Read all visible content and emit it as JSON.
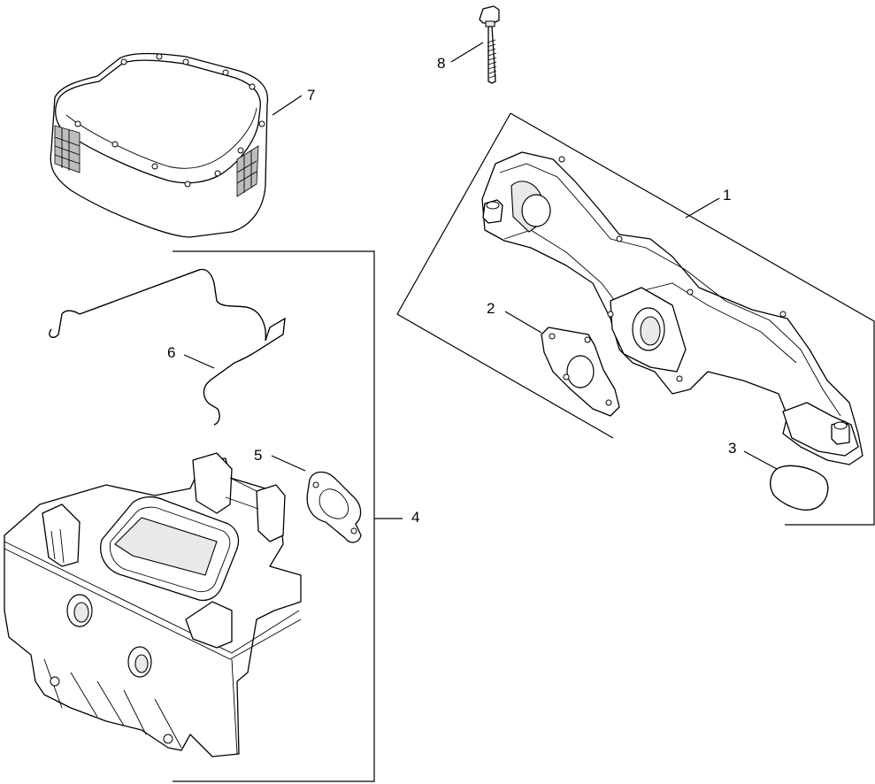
{
  "callouts": [
    {
      "id": "1",
      "part": "intake-manifold"
    },
    {
      "id": "2",
      "part": "manifold-gasket"
    },
    {
      "id": "3",
      "part": "o-ring"
    },
    {
      "id": "4",
      "part": "air-cleaner-base-group"
    },
    {
      "id": "5",
      "part": "base-gasket"
    },
    {
      "id": "6",
      "part": "retaining-bail-wire"
    },
    {
      "id": "7",
      "part": "air-filter-element"
    },
    {
      "id": "8",
      "part": "bolt"
    }
  ]
}
